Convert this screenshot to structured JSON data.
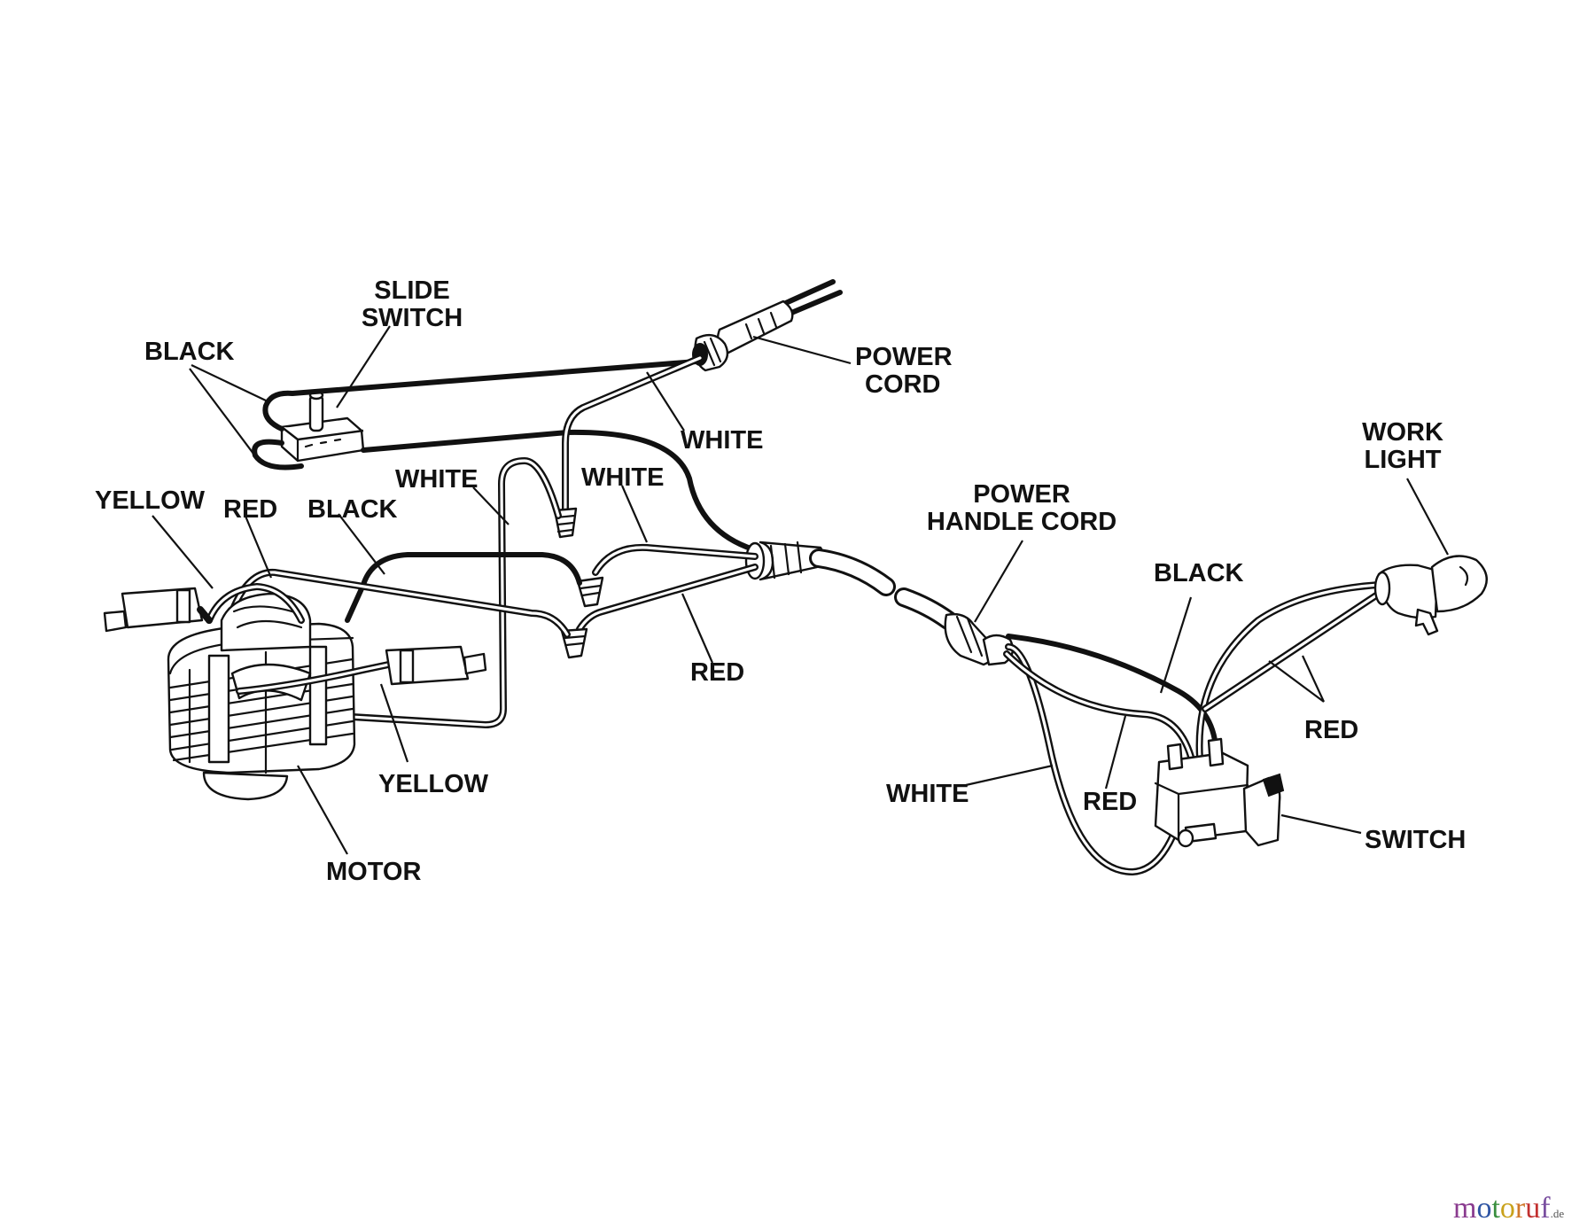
{
  "labels": {
    "slide_switch_1": "SLIDE",
    "slide_switch_2": "SWITCH",
    "black_switch": "BLACK",
    "power_cord_1": "POWER",
    "power_cord_2": "CORD",
    "white_cord": "WHITE",
    "white_mid": "WHITE",
    "white_right": "WHITE",
    "yellow_top": "YELLOW",
    "red_top": "RED",
    "black_top": "BLACK",
    "red_mid": "RED",
    "yellow_bottom": "YELLOW",
    "motor": "MOTOR",
    "power_handle_cord_1": "POWER",
    "power_handle_cord_2": "HANDLE CORD",
    "work_light_1": "WORK",
    "work_light_2": "LIGHT",
    "black_right": "BLACK",
    "red_right": "RED",
    "white_bottom": "WHITE",
    "red_bottom": "RED",
    "switch": "SWITCH"
  },
  "watermark": {
    "letters": [
      "m",
      "o",
      "t",
      "o",
      "r",
      "u",
      "f"
    ],
    "suffix": ".de"
  },
  "colors": {
    "line": "#111111",
    "background": "#ffffff",
    "watermark": [
      "#8a3b8f",
      "#2f55a4",
      "#3a8f3f",
      "#c9a21c",
      "#d0782a",
      "#c2302f",
      "#7a4fa0"
    ]
  }
}
